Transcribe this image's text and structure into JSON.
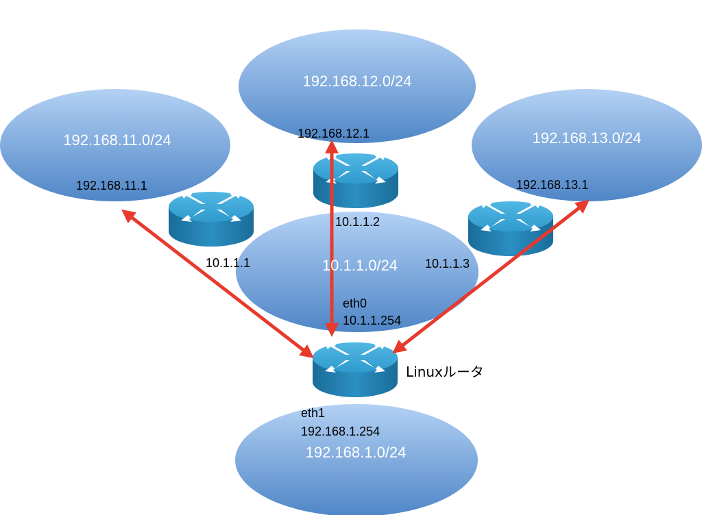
{
  "networks": {
    "net11": "192.168.11.0/24",
    "net12": "192.168.12.0/24",
    "net13": "192.168.13.0/24",
    "net10": "10.1.1.0/24",
    "net1": "192.168.1.0/24"
  },
  "addresses": {
    "gw11": "192.168.11.1",
    "gw12": "192.168.12.1",
    "gw13": "192.168.13.1",
    "r1_ip": "10.1.1.1",
    "r2_ip": "10.1.1.2",
    "r3_ip": "10.1.1.3",
    "eth0_name": "eth0",
    "eth0_ip": "10.1.1.254",
    "eth1_name": "eth1",
    "eth1_ip": "192.168.1.254"
  },
  "linux_router_label": "Linuxルータ",
  "colors": {
    "cloud_top": "#b3d1f4",
    "cloud_bottom": "#4f86c7",
    "router_top": "#3aa6d6",
    "router_side": "#1b6f9c",
    "arrow": "#e8392d"
  }
}
